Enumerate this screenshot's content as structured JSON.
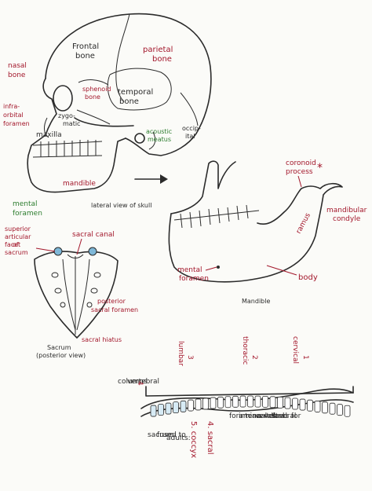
{
  "skull": {
    "caption": "lateral view of skull",
    "labels": {
      "frontal": [
        "Frontal",
        "bone"
      ],
      "parietal": [
        "parietal",
        "bone"
      ],
      "nasal": [
        "nasal",
        "bone"
      ],
      "sphenoid": [
        "sphenoid",
        "bone"
      ],
      "temporal": [
        "temporal",
        "bone"
      ],
      "infraorbital": [
        "infra-",
        "orbital",
        "foramen"
      ],
      "zygomatic": [
        "zygo-",
        "matic"
      ],
      "maxilla": "maxilla",
      "acoustic": [
        "acoustic",
        "meatus"
      ],
      "occipital": [
        "occip-",
        "ital"
      ],
      "mandible": "mandible",
      "mental": [
        "mental",
        "foramen"
      ]
    }
  },
  "mandible_view": {
    "caption": "Mandible",
    "labels": {
      "coronoid": [
        "coronoid",
        "process"
      ],
      "coronoid_mark": "*",
      "condyle": [
        "mandibular",
        "condyle"
      ],
      "ramus": "ramus",
      "mental": [
        "mental",
        "foramen"
      ],
      "body": "body"
    }
  },
  "sacrum_view": {
    "caption": [
      "Sacrum",
      "(posterior view)"
    ],
    "labels": {
      "superior": [
        "superior",
        "articular",
        "facet",
        "of",
        "sacrum"
      ],
      "canal": "sacral canal",
      "foramen": [
        "posterior",
        "sacral foramen"
      ],
      "hiatus": "sacral hiatus"
    }
  },
  "spine_view": {
    "title": [
      "vertebral",
      "columns"
    ],
    "regions": [
      {
        "num": "1",
        "name": "cervical"
      },
      {
        "num": "2",
        "name": "thoracic"
      },
      {
        "num": "3",
        "name": "lumbar"
      },
      {
        "num": "4",
        "name": ""
      }
    ],
    "sacral": "4. sacral",
    "coccyx": "5. coccyx",
    "note_adult": [
      "adults:",
      "fused to",
      "sacrum"
    ],
    "note_canal": [
      "allows for",
      "a vertebral",
      "canal. &",
      "intervertebral",
      "foramina"
    ]
  }
}
